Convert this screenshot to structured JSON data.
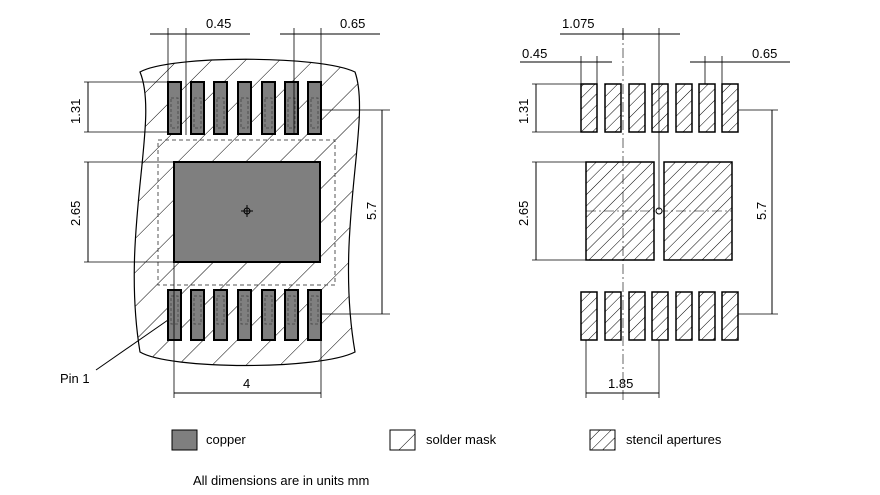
{
  "colors": {
    "copper": "#7f7f7f",
    "line": "#000000",
    "background": "#ffffff"
  },
  "left_view": {
    "dim_pitch_top": "0.45",
    "dim_pad_width": "0.65",
    "dim_pad_height": "1.31",
    "dim_exposed_pad_height": "2.65",
    "dim_row_span": "5.7",
    "dim_pad_span": "4",
    "pin1_label": "Pin 1"
  },
  "right_view": {
    "dim_split": "1.075",
    "dim_pitch": "0.45",
    "dim_pad_width": "0.65",
    "dim_pad_height": "1.31",
    "dim_exposed_pad_height": "2.65",
    "dim_row_span": "5.7",
    "dim_pad_offset": "1.85"
  },
  "legend": {
    "copper": "copper",
    "solder_mask": "solder mask",
    "stencil": "stencil apertures"
  },
  "footnote": "All dimensions are in units mm"
}
